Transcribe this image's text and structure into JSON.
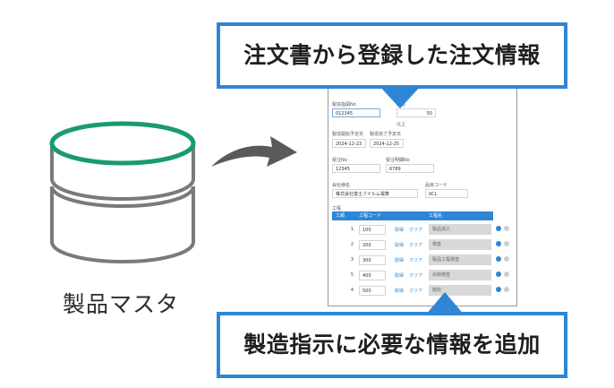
{
  "colors": {
    "accent": "#2f86d6",
    "db_top": "#1a9a72",
    "db_body": "#7a7a7a",
    "arrow": "#5a5a5a"
  },
  "database": {
    "label": "製品マスタ",
    "icon": "database-icon"
  },
  "callout_top": {
    "text": "注文書から登録した注文情報"
  },
  "callout_bottom": {
    "text": "製造指示に必要な情報を追加"
  },
  "form": {
    "manufacture_no": {
      "label": "製造指図No",
      "value": "012345"
    },
    "manufacture_qty": {
      "label": "製造",
      "value": "50",
      "note": "以上"
    },
    "start_date": {
      "label": "製造開始予定日",
      "value": "2024-12-23"
    },
    "end_date": {
      "label": "製造完了予定日",
      "value": "2024-12-25"
    },
    "order_no": {
      "label": "受注No",
      "value": "12345"
    },
    "order_detail_no": {
      "label": "受注明細No",
      "value": "6789"
    },
    "customer": {
      "label": "会社様名",
      "value": "株式会社富士フイルム電算"
    },
    "product_code": {
      "label": "品目コード",
      "value": "0CL"
    },
    "process_title": "工程",
    "process_headers": [
      "工順",
      "工程コード",
      "工程名"
    ],
    "process_rows": [
      {
        "no": "1",
        "code": "100",
        "select": "取得",
        "clear": "クリア",
        "name": "製品加工"
      },
      {
        "no": "2",
        "code": "200",
        "select": "取得",
        "clear": "クリア",
        "name": "検査"
      },
      {
        "no": "3",
        "code": "300",
        "select": "取得",
        "clear": "クリア",
        "name": "製品工程検査"
      },
      {
        "no": "5",
        "code": "400",
        "select": "取得",
        "clear": "クリア",
        "name": "出荷検査"
      },
      {
        "no": "4",
        "code": "500",
        "select": "取得",
        "clear": "クリア",
        "name": "梱包"
      }
    ]
  }
}
